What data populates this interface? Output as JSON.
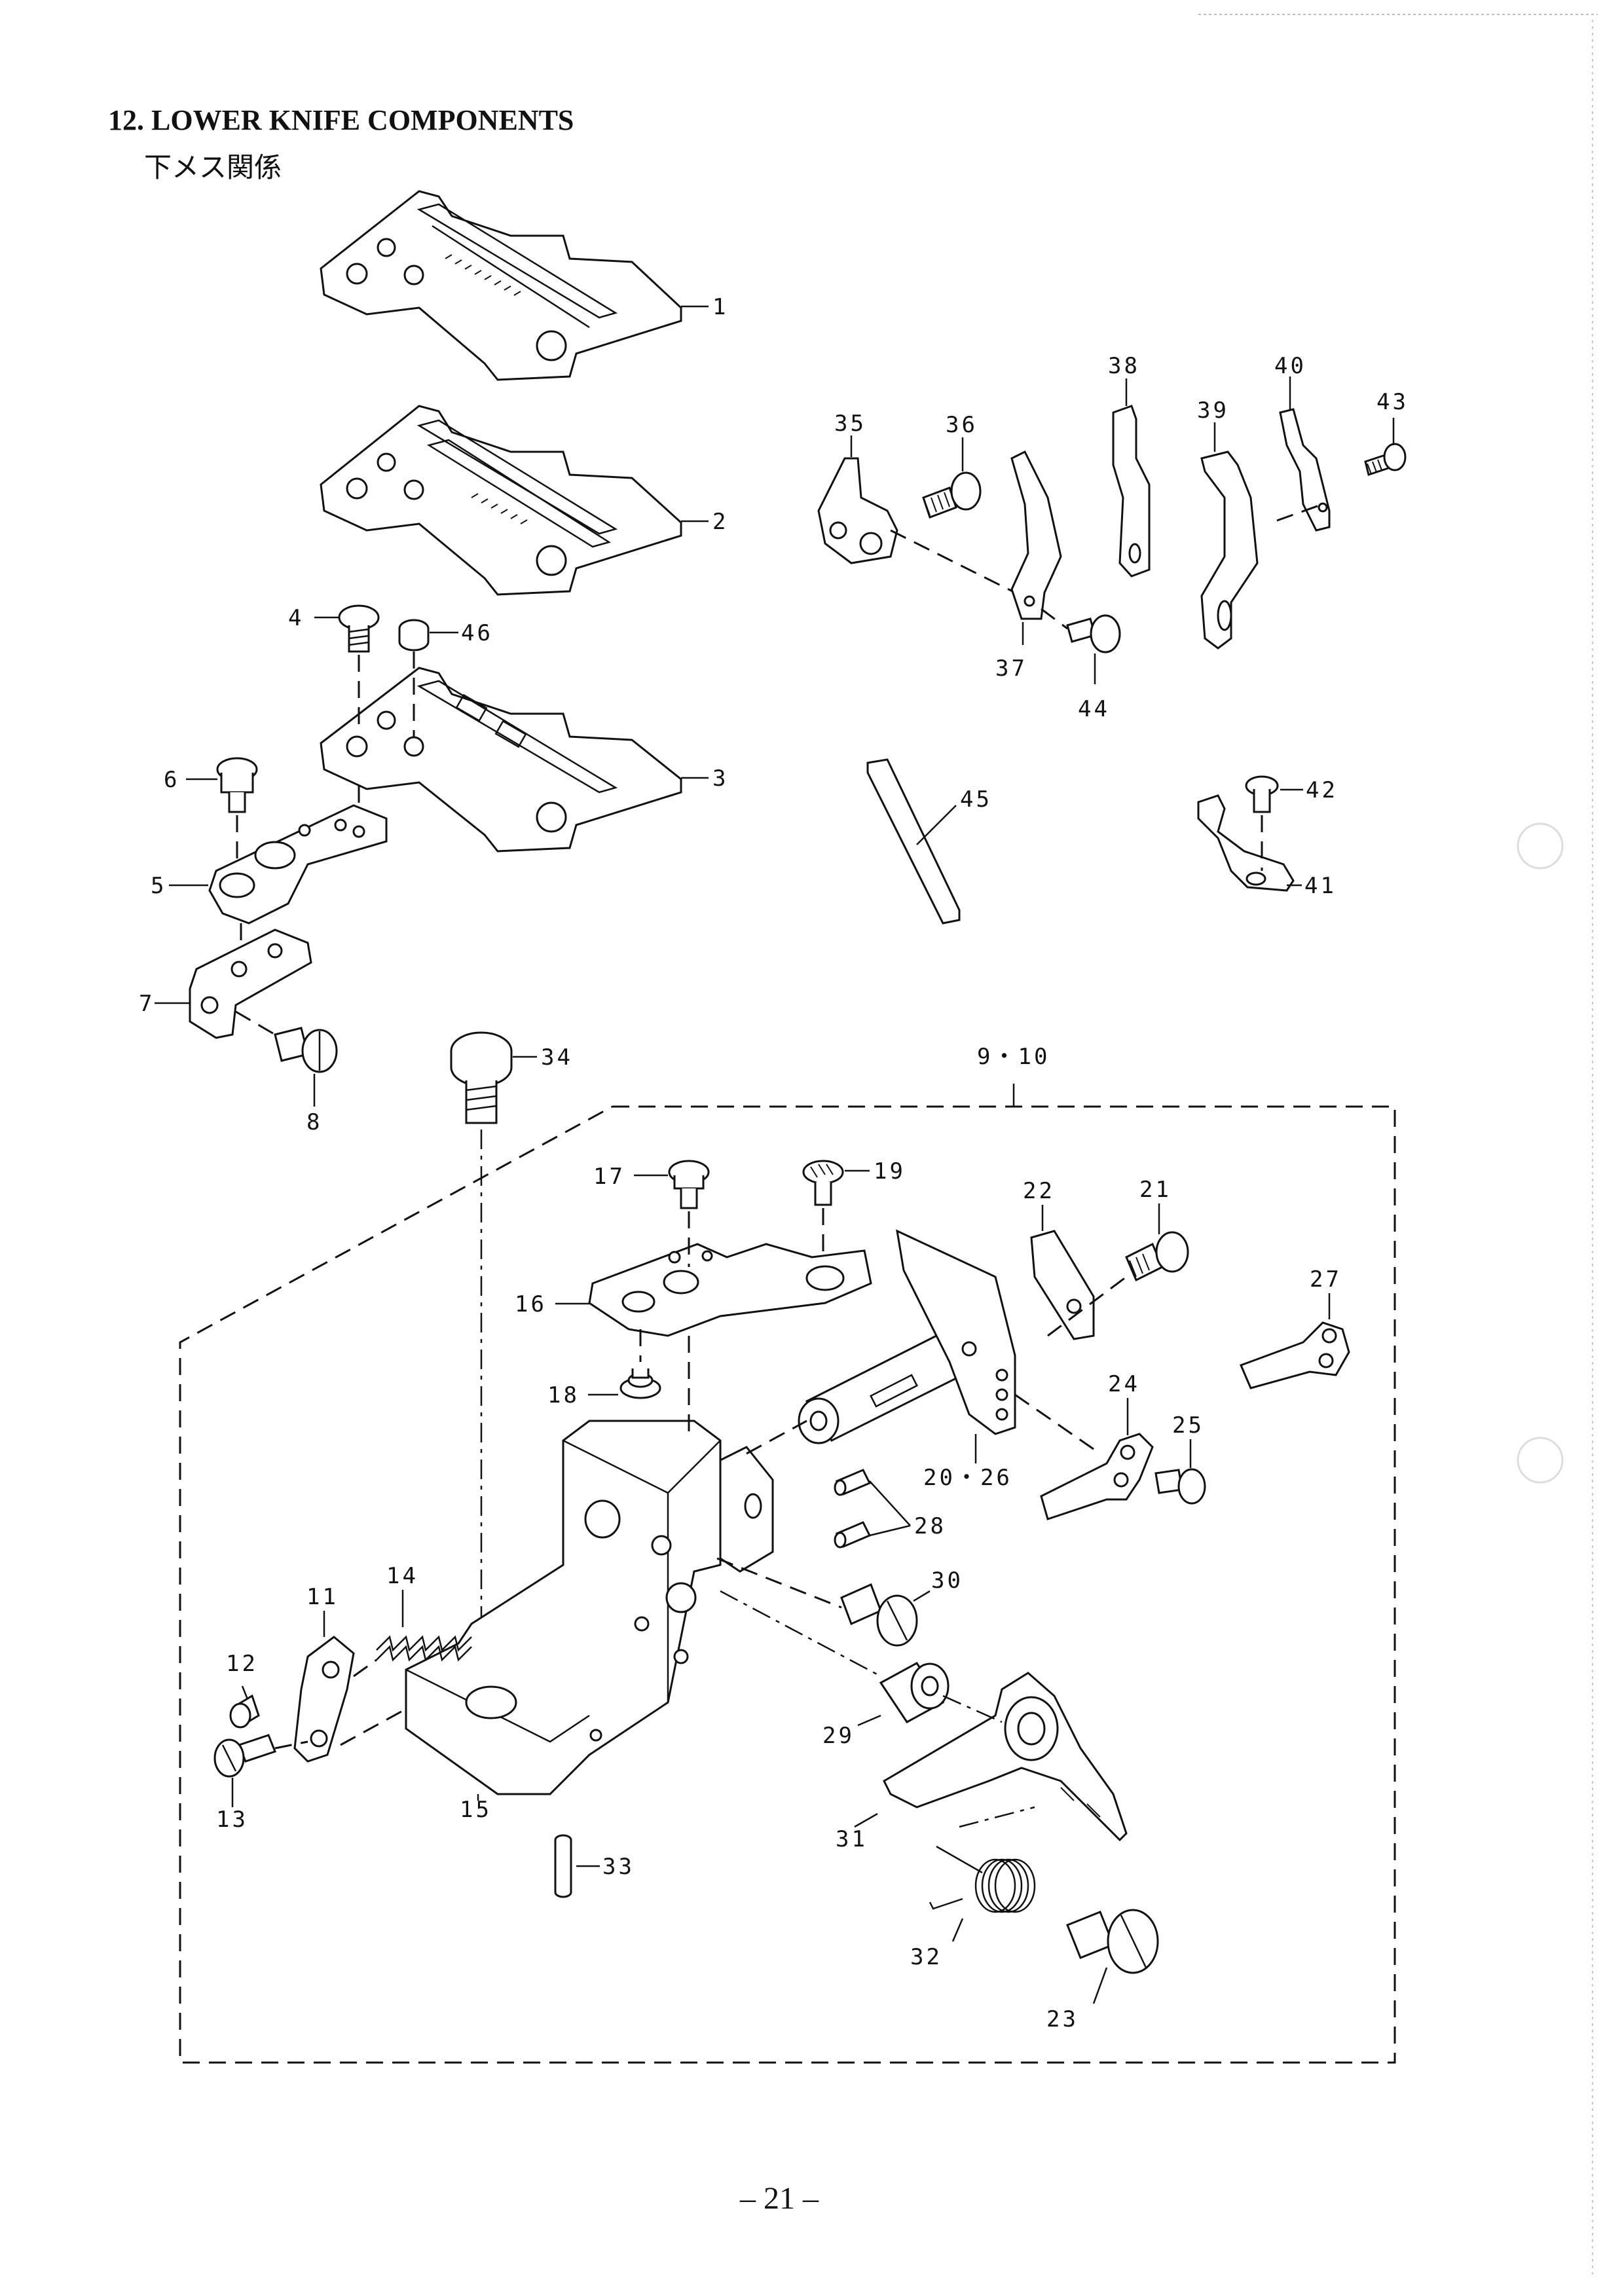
{
  "header": {
    "title": "12. LOWER KNIFE COMPONENTS",
    "subtitle": "下メス関係"
  },
  "footer": {
    "page_number": "– 21 –"
  },
  "labels": {
    "p1": "1",
    "p2": "2",
    "p3": "3",
    "p4": "4",
    "p5": "5",
    "p6": "6",
    "p7": "7",
    "p8": "8",
    "p9_10": "9・10",
    "p11": "11",
    "p12": "12",
    "p13": "13",
    "p14": "14",
    "p15": "15",
    "p16": "16",
    "p17": "17",
    "p18": "18",
    "p19": "19",
    "p20_26": "20・26",
    "p21": "21",
    "p22": "22",
    "p23": "23",
    "p24": "24",
    "p25": "25",
    "p27": "27",
    "p28": "28",
    "p29": "29",
    "p30": "30",
    "p31": "31",
    "p32": "32",
    "p33": "33",
    "p34": "34",
    "p35": "35",
    "p36": "36",
    "p37": "37",
    "p38": "38",
    "p39": "39",
    "p40": "40",
    "p41": "41",
    "p42": "42",
    "p43": "43",
    "p44": "44",
    "p45": "45",
    "p46": "46"
  }
}
